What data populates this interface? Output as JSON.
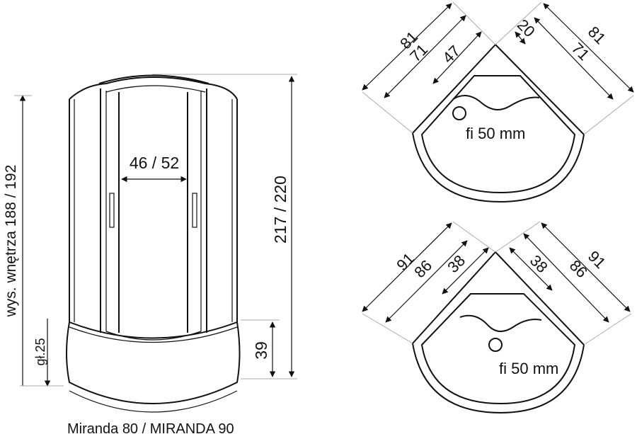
{
  "front_view": {
    "interior_height_label": "wys. wnętrza 188 / 192",
    "tray_depth_label": "gł.25",
    "door_width_label": "46 / 52",
    "total_height_label": "217 / 220",
    "tray_height_label": "39",
    "caption": "Miranda 80 / MIRANDA 90"
  },
  "plan_80": {
    "left_dims": [
      "81",
      "71",
      "47"
    ],
    "right_dims": [
      "20",
      "81",
      "71"
    ],
    "drain_label": "fi 50 mm"
  },
  "plan_90": {
    "left_dims": [
      "91",
      "86",
      "38"
    ],
    "right_dims": [
      "38",
      "86",
      "91"
    ],
    "drain_label": "fi 50 mm"
  }
}
